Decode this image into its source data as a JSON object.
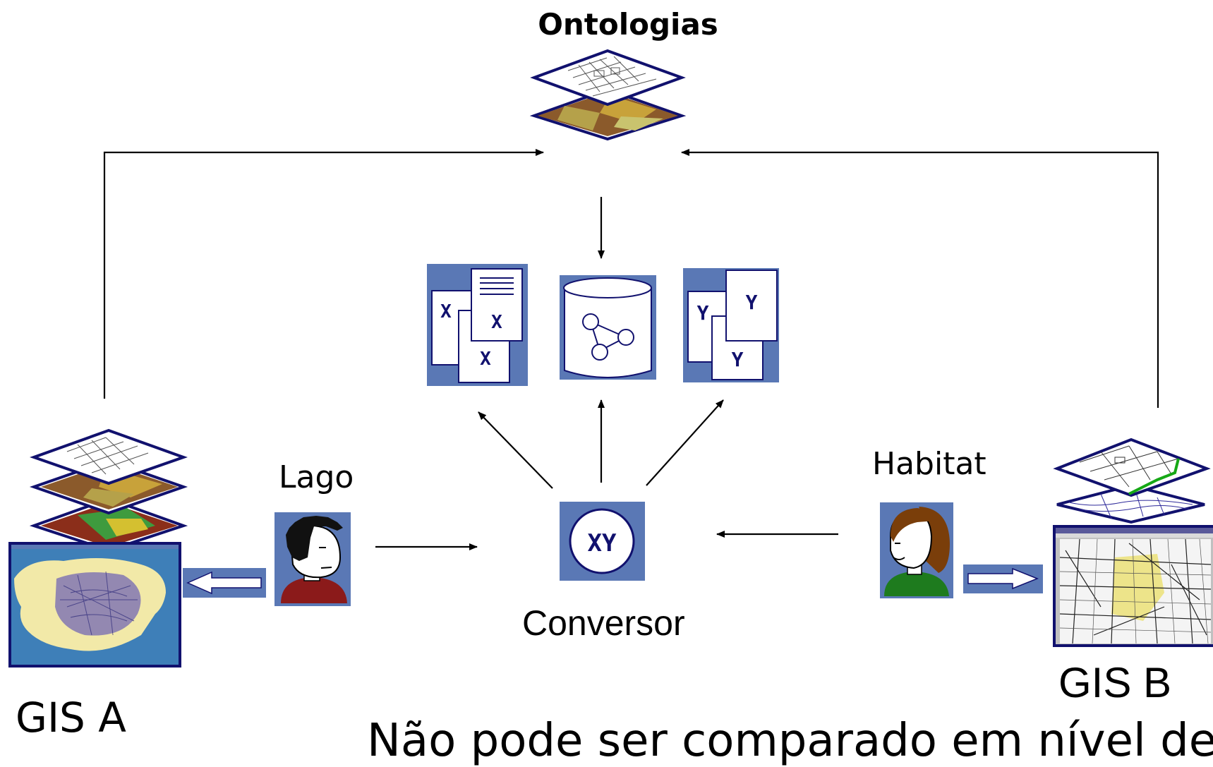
{
  "diagram": {
    "title": "Ontologias",
    "person_left_label": "Lago",
    "person_right_label": "Habitat",
    "converter_label": "Conversor",
    "gis_right_label": "GIS B",
    "gis_left_label": "GIS A",
    "bottom_text": "Não pode ser comparado em nível de"
  },
  "icons": {
    "layers_top": "stacked-map-layers-icon",
    "doc_x": "x-documents-icon",
    "database": "graph-database-icon",
    "doc_y": "y-documents-icon",
    "converter": "xy-converter-icon",
    "person_left": "dark-haired-person-icon",
    "person_right": "brown-haired-person-icon",
    "gis_left": "gis-a-map-icon",
    "gis_right": "gis-b-map-icon"
  },
  "colors": {
    "icon_blue": "#5A78B5",
    "navy": "#11116E",
    "white": "#FFFFFF",
    "terrain_brown": "#8B5A2B",
    "terrain_olive": "#B5A14A",
    "terrain_gold": "#C8A23A"
  }
}
